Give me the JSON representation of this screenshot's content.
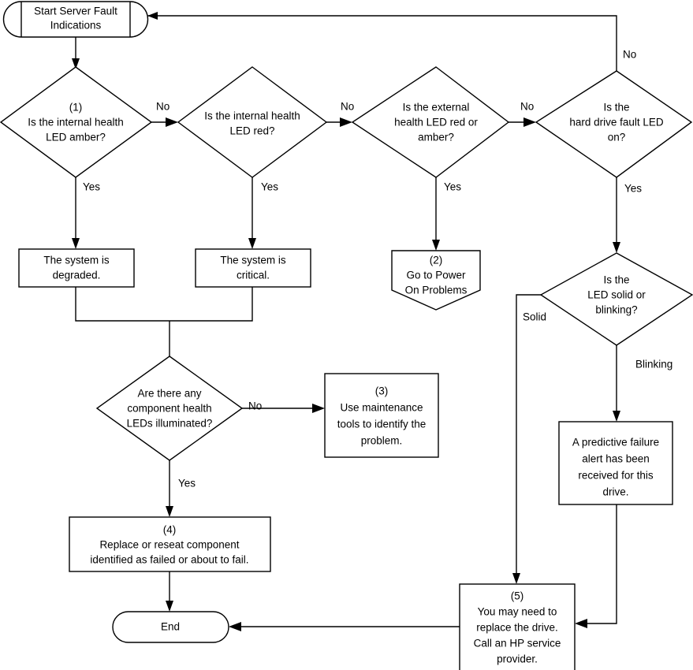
{
  "diagram": {
    "title": "Server Fault Indications troubleshooting flowchart",
    "line_color": "#000000",
    "fill_color": "#ffffff",
    "text_color": "#000000"
  },
  "nodes": {
    "start": {
      "shape": "terminator",
      "lines": [
        "Start Server Fault",
        "Indications"
      ]
    },
    "q1_internal_amber": {
      "shape": "decision",
      "lines": [
        "(1)",
        "Is the internal health",
        "LED amber?"
      ]
    },
    "q2_internal_red": {
      "shape": "decision",
      "lines": [
        "Is the internal health",
        "LED red?"
      ]
    },
    "q3_external": {
      "shape": "decision",
      "lines": [
        "Is the external",
        "health LED red or",
        "amber?"
      ]
    },
    "q4_hard_drive": {
      "shape": "decision",
      "lines": [
        "Is the",
        "hard drive fault LED",
        "on?"
      ]
    },
    "degraded": {
      "shape": "process",
      "lines": [
        "The system is",
        "degraded."
      ]
    },
    "critical": {
      "shape": "process",
      "lines": [
        "The system is",
        "critical."
      ]
    },
    "power_on": {
      "shape": "pentagon",
      "lines": [
        "(2)",
        "Go to Power",
        "On Problems"
      ]
    },
    "q5_solid_blinking": {
      "shape": "decision",
      "lines": [
        "Is the",
        "LED solid or",
        "blinking?"
      ]
    },
    "q6_component_leds": {
      "shape": "decision",
      "lines": [
        "Are there any",
        "component health",
        "LEDs illuminated?"
      ]
    },
    "maintenance_tools": {
      "shape": "process",
      "lines": [
        "(3)",
        "Use maintenance",
        "tools to identify the",
        "problem."
      ]
    },
    "predictive_failure": {
      "shape": "process",
      "lines": [
        "A predictive failure",
        "alert has been",
        "received for this",
        "drive."
      ]
    },
    "replace_component": {
      "shape": "process",
      "lines": [
        "(4)",
        "Replace or reseat component",
        "identified as failed or about to fail."
      ]
    },
    "replace_drive": {
      "shape": "process",
      "lines": [
        "(5)",
        "You may need to",
        "replace the drive.",
        "Call an HP service",
        "provider."
      ]
    },
    "end": {
      "shape": "terminator",
      "lines": [
        "End"
      ]
    }
  },
  "edge_labels": {
    "q1_no": "No",
    "q1_yes": "Yes",
    "q2_no": "No",
    "q2_yes": "Yes",
    "q3_no": "No",
    "q3_yes": "Yes",
    "q4_no": "No",
    "q4_yes": "Yes",
    "q5_solid": "Solid",
    "q5_blinking": "Blinking",
    "q6_no": "No",
    "q6_yes": "Yes"
  }
}
